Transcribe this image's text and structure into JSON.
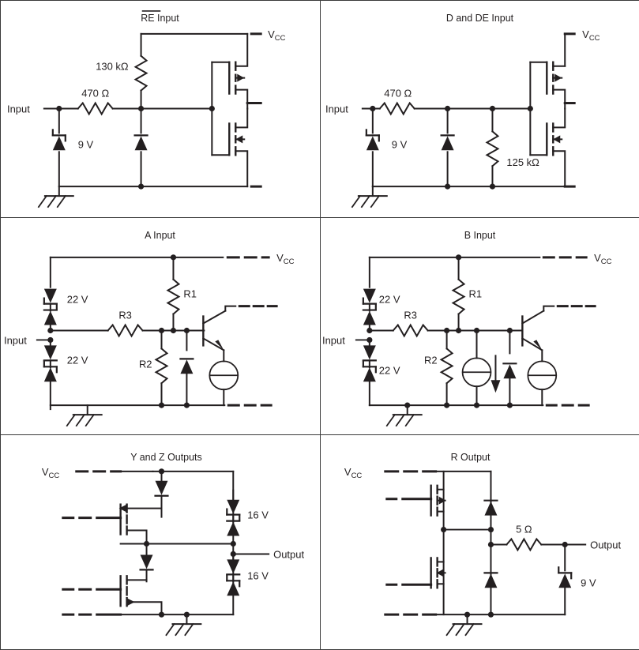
{
  "figure": {
    "type": "schematic-grid",
    "title": "Equivalent input and output schematic diagrams",
    "columns": 2,
    "rows": 3,
    "line_color": "#231f20",
    "border_color": "#3a3a3a",
    "background": "#ffffff"
  },
  "panels": [
    {
      "id": "re-input",
      "title": "RE Input",
      "title_overline": "RE",
      "title_rest": " Input",
      "labels": {
        "input": "Input",
        "vcc": "V",
        "vcc_sub": "CC",
        "r_series": "470 Ω",
        "r_pullup": "130 kΩ",
        "zener": "9 V"
      },
      "components": [
        {
          "name": "series-resistor",
          "value": "470 Ω"
        },
        {
          "name": "pullup-resistor",
          "value": "130 kΩ"
        },
        {
          "name": "input-zener-diode",
          "value": "9 V"
        },
        {
          "name": "clamp-diode",
          "value": ""
        },
        {
          "name": "pmos-transistor",
          "value": ""
        },
        {
          "name": "nmos-transistor",
          "value": ""
        },
        {
          "name": "ground-symbol",
          "value": ""
        }
      ]
    },
    {
      "id": "d-de-input",
      "title": "D and DE Input",
      "labels": {
        "input": "Input",
        "vcc": "V",
        "vcc_sub": "CC",
        "r_series": "470 Ω",
        "r_pulldown": "125 kΩ",
        "zener": "9 V"
      },
      "components": [
        {
          "name": "series-resistor",
          "value": "470 Ω"
        },
        {
          "name": "pulldown-resistor",
          "value": "125 kΩ"
        },
        {
          "name": "input-zener-diode",
          "value": "9 V"
        },
        {
          "name": "clamp-diode",
          "value": ""
        },
        {
          "name": "pmos-transistor",
          "value": ""
        },
        {
          "name": "nmos-transistor",
          "value": ""
        },
        {
          "name": "ground-symbol",
          "value": ""
        }
      ]
    },
    {
      "id": "a-input",
      "title": "A Input",
      "labels": {
        "input": "Input",
        "vcc": "V",
        "vcc_sub": "CC",
        "zener_top": "22 V",
        "zener_bottom": "22 V",
        "r1": "R1",
        "r2": "R2",
        "r3": "R3"
      },
      "components": [
        {
          "name": "upper-zener-pair",
          "value": "22 V"
        },
        {
          "name": "lower-zener-pair",
          "value": "22 V"
        },
        {
          "name": "resistor-r1",
          "value": "R1"
        },
        {
          "name": "resistor-r2",
          "value": "R2"
        },
        {
          "name": "resistor-r3",
          "value": "R3"
        },
        {
          "name": "npn-transistor",
          "value": ""
        },
        {
          "name": "clamp-diode",
          "value": ""
        },
        {
          "name": "current-source",
          "value": ""
        },
        {
          "name": "ground-symbol",
          "value": ""
        }
      ]
    },
    {
      "id": "b-input",
      "title": "B Input",
      "labels": {
        "input": "Input",
        "vcc": "V",
        "vcc_sub": "CC",
        "zener_top": "22 V",
        "zener_bottom": "22 V",
        "r1": "R1",
        "r2": "R2",
        "r3": "R3"
      },
      "components": [
        {
          "name": "upper-zener-pair",
          "value": "22 V"
        },
        {
          "name": "lower-zener-pair",
          "value": "22 V"
        },
        {
          "name": "resistor-r1",
          "value": "R1"
        },
        {
          "name": "resistor-r2",
          "value": "R2"
        },
        {
          "name": "resistor-r3",
          "value": "R3"
        },
        {
          "name": "npn-transistor",
          "value": ""
        },
        {
          "name": "clamp-diode",
          "value": ""
        },
        {
          "name": "current-source-left",
          "value": ""
        },
        {
          "name": "current-source-right",
          "value": ""
        },
        {
          "name": "ground-symbol",
          "value": ""
        }
      ]
    },
    {
      "id": "y-z-outputs",
      "title": "Y and Z Outputs",
      "labels": {
        "vcc": "V",
        "vcc_sub": "CC",
        "output": "Output",
        "zener_top": "16 V",
        "zener_bottom": "16 V"
      },
      "components": [
        {
          "name": "pmos-transistor",
          "value": ""
        },
        {
          "name": "nmos-transistor",
          "value": ""
        },
        {
          "name": "upper-body-diode",
          "value": ""
        },
        {
          "name": "lower-body-diode",
          "value": ""
        },
        {
          "name": "upper-zener-pair",
          "value": "16 V"
        },
        {
          "name": "lower-zener-pair",
          "value": "16 V"
        },
        {
          "name": "ground-symbol",
          "value": ""
        }
      ]
    },
    {
      "id": "r-output",
      "title": "R Output",
      "labels": {
        "vcc": "V",
        "vcc_sub": "CC",
        "output": "Output",
        "r_series": "5 Ω",
        "zener": "9 V"
      },
      "components": [
        {
          "name": "pmos-transistor",
          "value": ""
        },
        {
          "name": "nmos-transistor",
          "value": ""
        },
        {
          "name": "upper-clamp-diode",
          "value": ""
        },
        {
          "name": "lower-clamp-diode",
          "value": ""
        },
        {
          "name": "series-resistor",
          "value": "5 Ω"
        },
        {
          "name": "output-zener-diode",
          "value": "9 V"
        },
        {
          "name": "ground-symbol",
          "value": ""
        }
      ]
    }
  ]
}
